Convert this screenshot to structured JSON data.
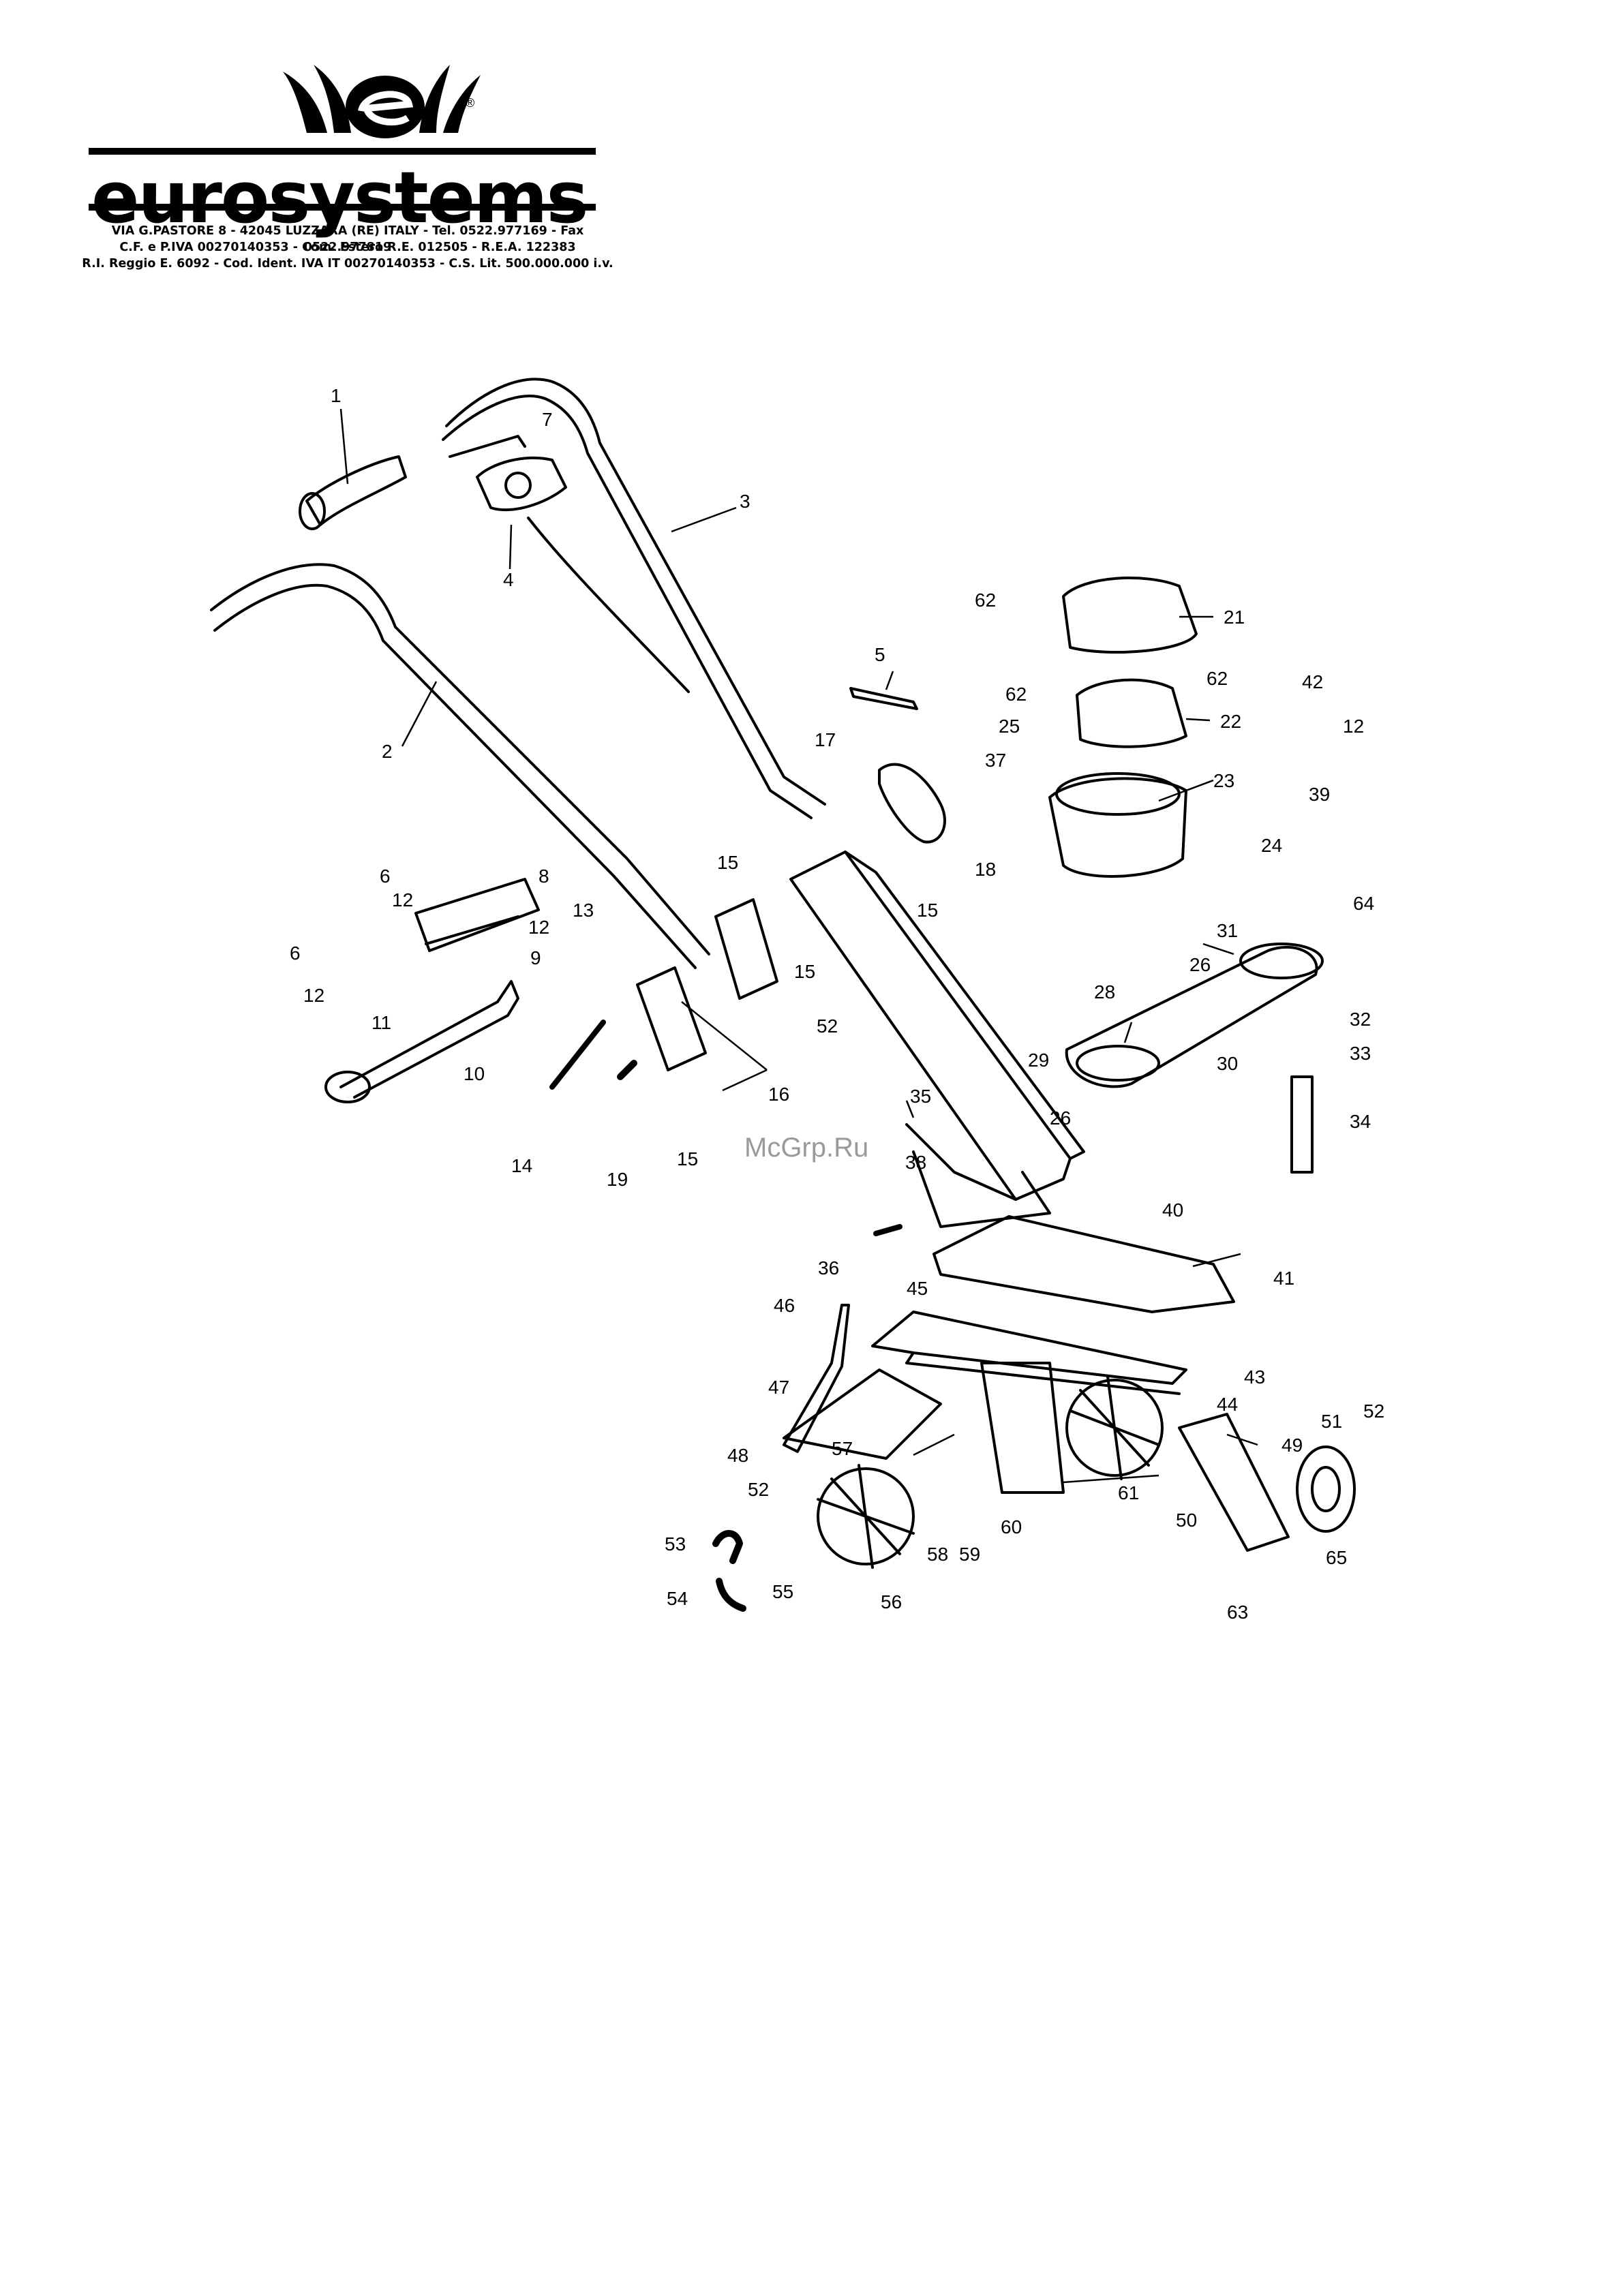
{
  "header": {
    "brand": "eurosystems",
    "registered_mark": "®",
    "address_lines": [
      "VIA G.PASTORE 8 - 42045 LUZZARA (RE) ITALY - Tel. 0522.977169 - Fax 0522.977819",
      "C.F. e P.IVA 00270140353 - Com. Estero R.E. 012505 - R.E.A. 122383",
      "R.I. Reggio E. 6092 - Cod. Ident. IVA IT 00270140353 - C.S. Lit. 500.000.000 i.v."
    ]
  },
  "watermark": "McGrp.Ru",
  "part_labels": [
    "1",
    "2",
    "3",
    "4",
    "5",
    "6",
    "6",
    "7",
    "8",
    "9",
    "10",
    "11",
    "12",
    "12",
    "12",
    "13",
    "14",
    "15",
    "15",
    "15",
    "15",
    "16",
    "17",
    "18",
    "19",
    "21",
    "22",
    "23",
    "24",
    "25",
    "26",
    "26",
    "28",
    "29",
    "30",
    "31",
    "32",
    "33",
    "34",
    "35",
    "36",
    "37",
    "38",
    "39",
    "40",
    "41",
    "42",
    "12",
    "43",
    "44",
    "45",
    "46",
    "47",
    "48",
    "49",
    "50",
    "51",
    "52",
    "52",
    "52",
    "53",
    "54",
    "55",
    "56",
    "57",
    "58",
    "59",
    "60",
    "61",
    "62",
    "62",
    "62",
    "63",
    "64",
    "65"
  ],
  "colors": {
    "ink": "#000000",
    "watermark": "#9a9a9a",
    "background": "#ffffff"
  }
}
